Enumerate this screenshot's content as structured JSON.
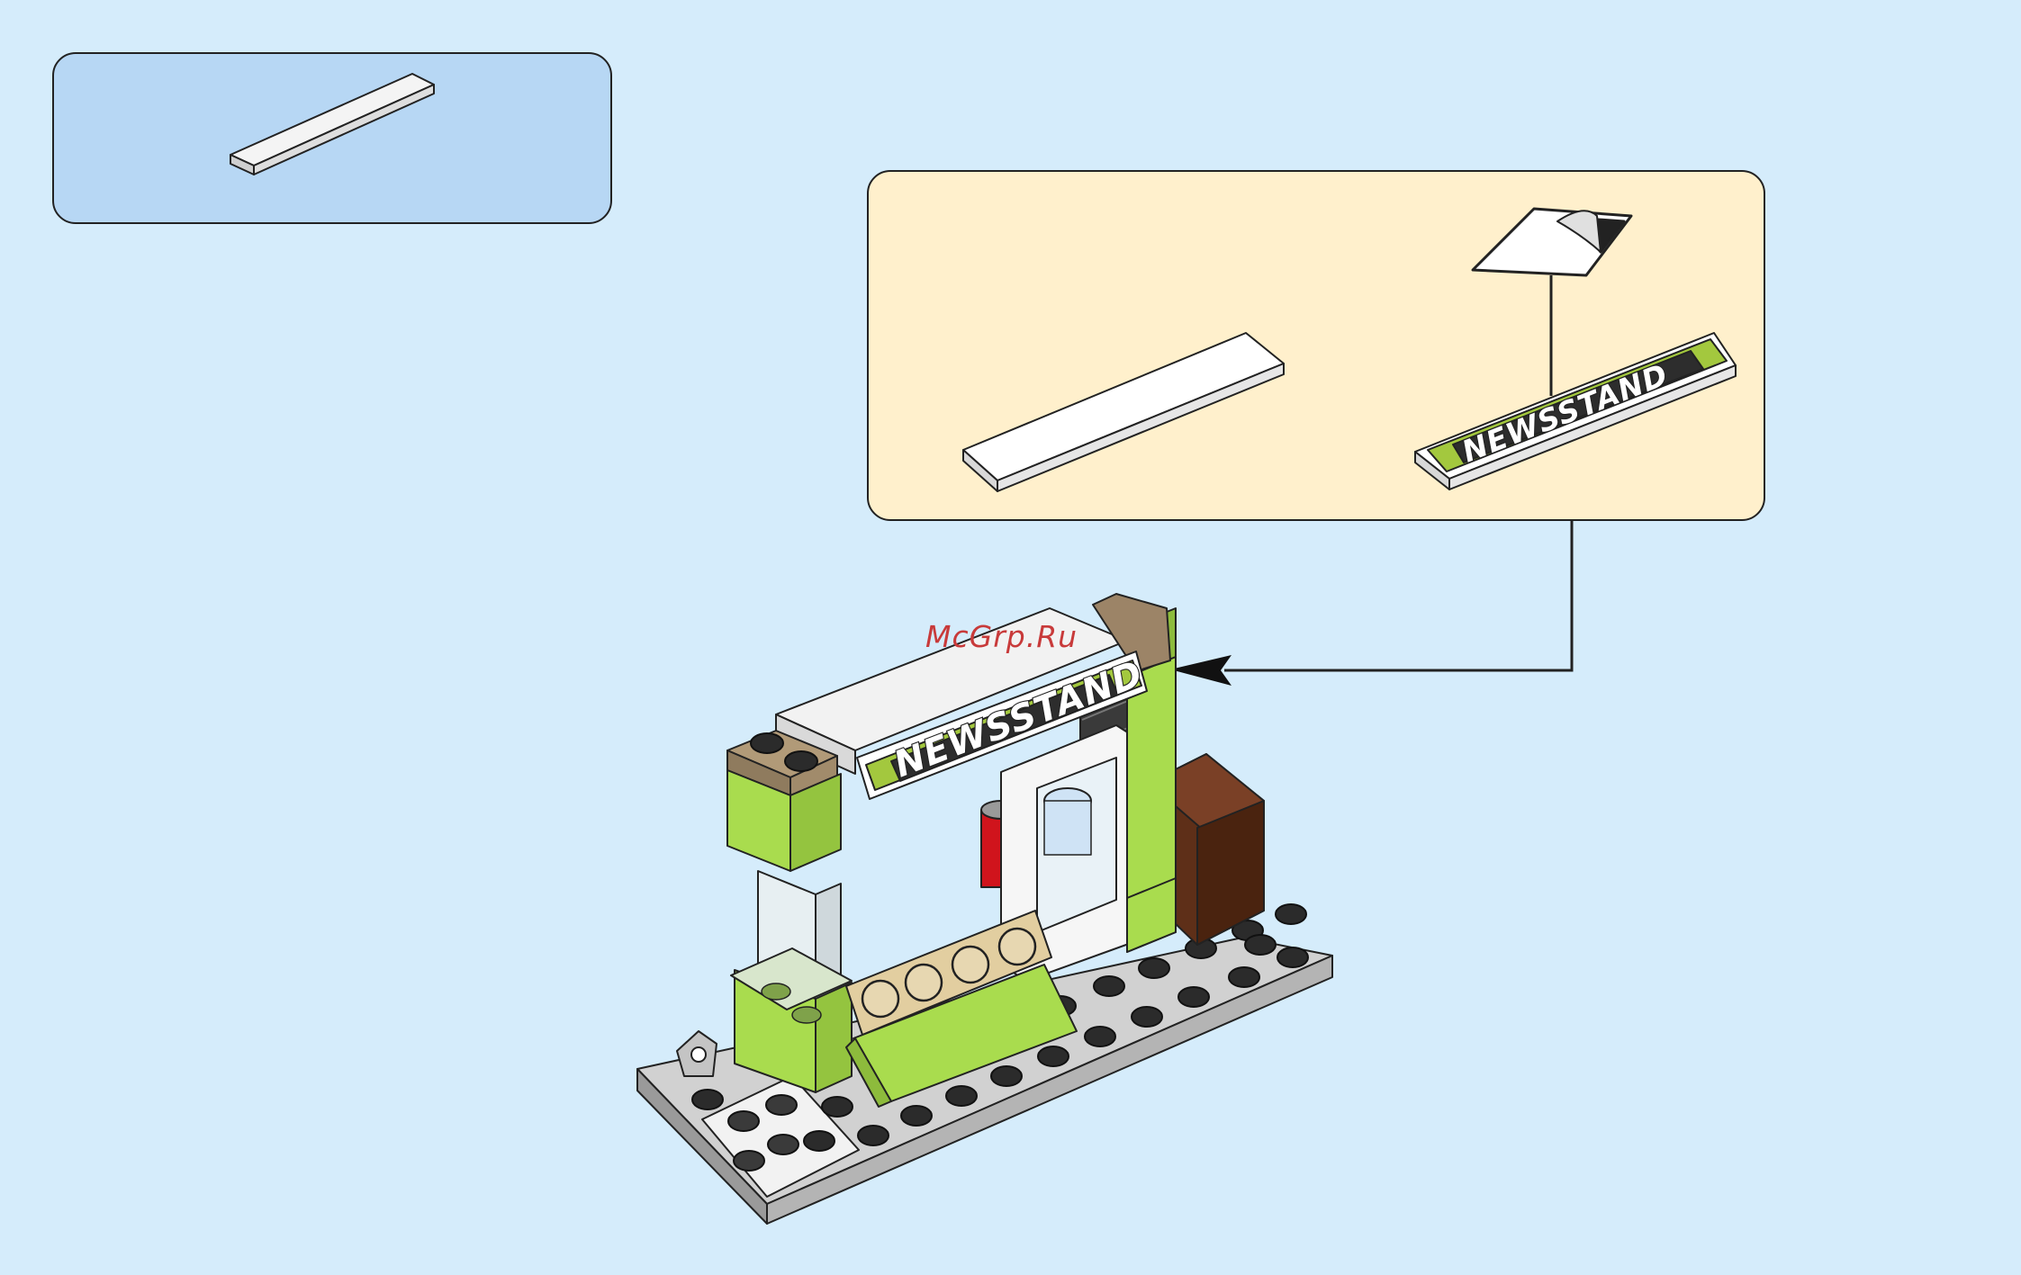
{
  "step": {
    "parts_panel": {
      "parts": [
        {
          "name": "white 1x6 tile",
          "count": 1
        }
      ]
    },
    "subassembly": {
      "tile_left": "plain white 1x6 tile",
      "tile_right": "1x6 tile with sticker",
      "sticker_text": "NEWSSTAND"
    },
    "model": {
      "sign_text": "NEWSSTAND"
    }
  },
  "watermark": "McGrp.Ru",
  "colors": {
    "background": "#d5ecfb",
    "parts_panel": "#b7d7f4",
    "subassembly_panel": "#fff0cc",
    "lime": "#a9dc4e",
    "tan": "#b19a78",
    "gray_plate": "#c9c9c9",
    "stud_black": "#2b2b2b",
    "brown": "#5e2f18",
    "red": "#d0141c"
  },
  "icons": [
    "arrow-icon",
    "sticker-icon",
    "callout-line"
  ]
}
